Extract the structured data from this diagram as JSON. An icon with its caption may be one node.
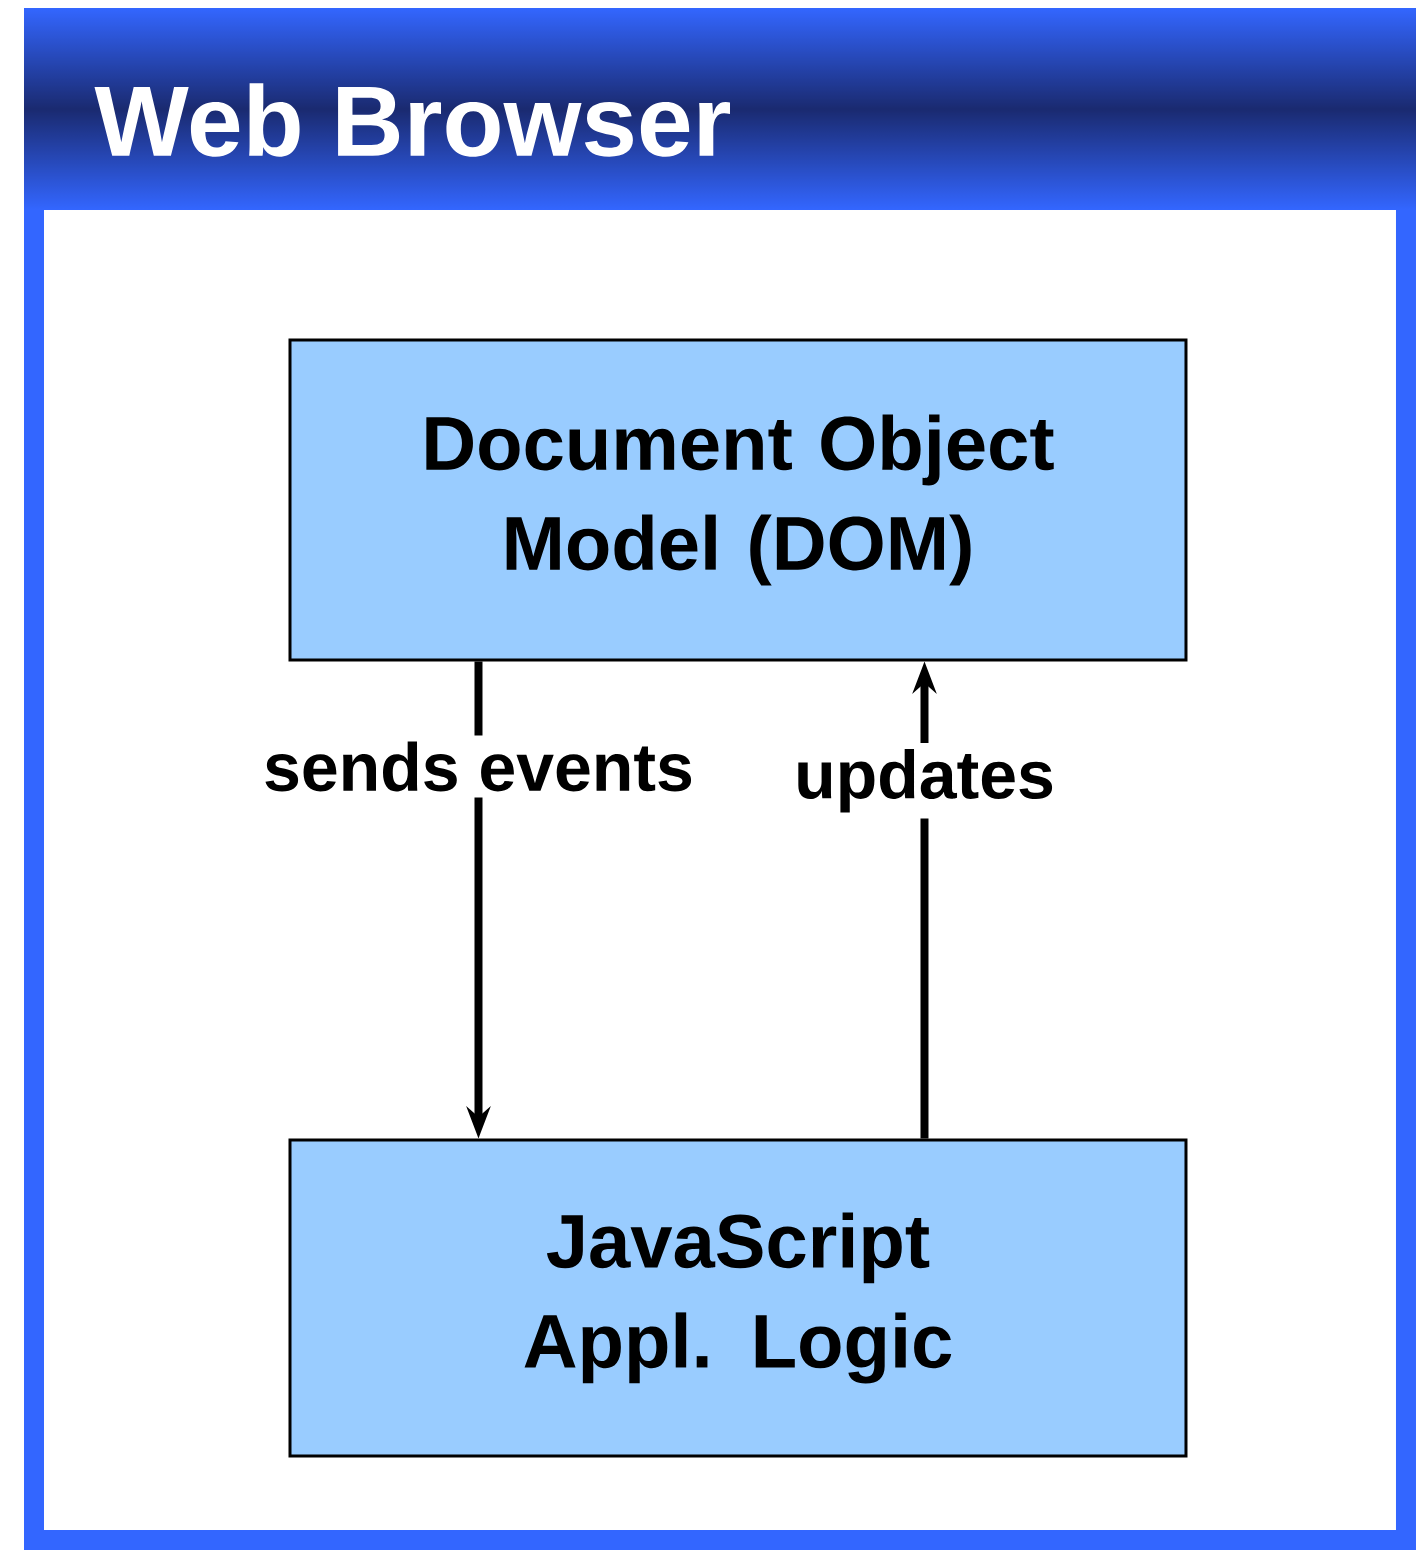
{
  "diagram": {
    "nodes": [
      {
        "text": [
          "Web Browser"
        ]
      },
      {
        "text": [
          "Document Object Model (DOM)"
        ],
        "in": 0
      },
      {
        "text": [
          "JavaScript Appl. Logic"
        ],
        "in": 0
      }
    ],
    "edges": [
      {
        "from": 1,
        "to": 2,
        "arrow": "to",
        "label": "sends events"
      },
      {
        "from": 2,
        "to": 1,
        "arrow": "to",
        "label": "updates"
      }
    ]
  }
}
